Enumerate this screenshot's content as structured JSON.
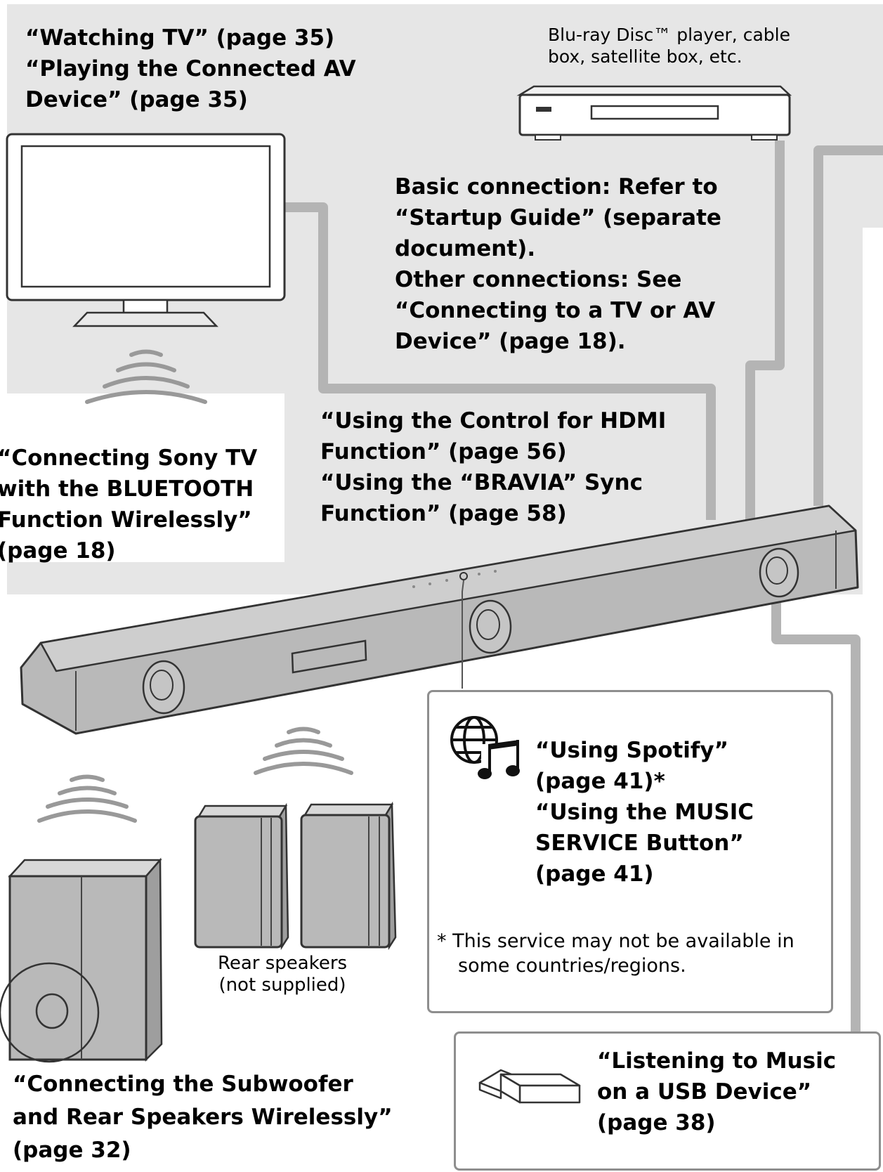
{
  "labels": {
    "tv_refs": [
      "“Watching TV” (page 35)",
      "“Playing the Connected AV",
      "Device” (page 35)"
    ],
    "av_device": [
      "Blu-ray Disc™ player, cable",
      "box, satellite box, etc."
    ],
    "basic_connection": [
      "Basic connection: Refer to",
      "“Startup Guide” (separate",
      "document)."
    ],
    "other_connections": [
      "Other connections: See",
      "“Connecting to a TV or AV",
      "Device” (page 18)."
    ],
    "hdmi_control": [
      "“Using the Control for HDMI",
      "Function” (page 56)"
    ],
    "bravia_sync": [
      "“Using the “BRAVIA” Sync",
      "Function” (page 58)"
    ],
    "bluetooth_tv": [
      "“Connecting Sony TV",
      "with the BLUETOOTH",
      "Function Wirelessly”",
      "(page 18)"
    ],
    "spotify": [
      "“Using Spotify”",
      "(page 41)*"
    ],
    "music_service": [
      "“Using the MUSIC",
      "SERVICE Button”",
      "(page 41)"
    ],
    "footnote": [
      "* This service may not be available in",
      "some countries/regions."
    ],
    "rear_speakers": [
      "Rear speakers",
      "(not supplied)"
    ],
    "subwoofer": [
      "“Connecting the Subwoofer",
      "and Rear Speakers Wirelessly”",
      "(page 32)"
    ],
    "usb": [
      "“Listening to Music",
      "on a USB Device”",
      "(page 38)"
    ]
  },
  "colors": {
    "panel": "#e6e6e6",
    "cable": "#b4b4b4",
    "device_fill": "#b9b9b9",
    "device_stroke": "#333333",
    "box_border": "#8e8e8e"
  },
  "icons": [
    "tv-icon",
    "av-player-icon",
    "soundbar-icon",
    "subwoofer-icon",
    "rear-speaker-icon",
    "wireless-wave-icon",
    "network-music-icon",
    "usb-stick-icon"
  ]
}
